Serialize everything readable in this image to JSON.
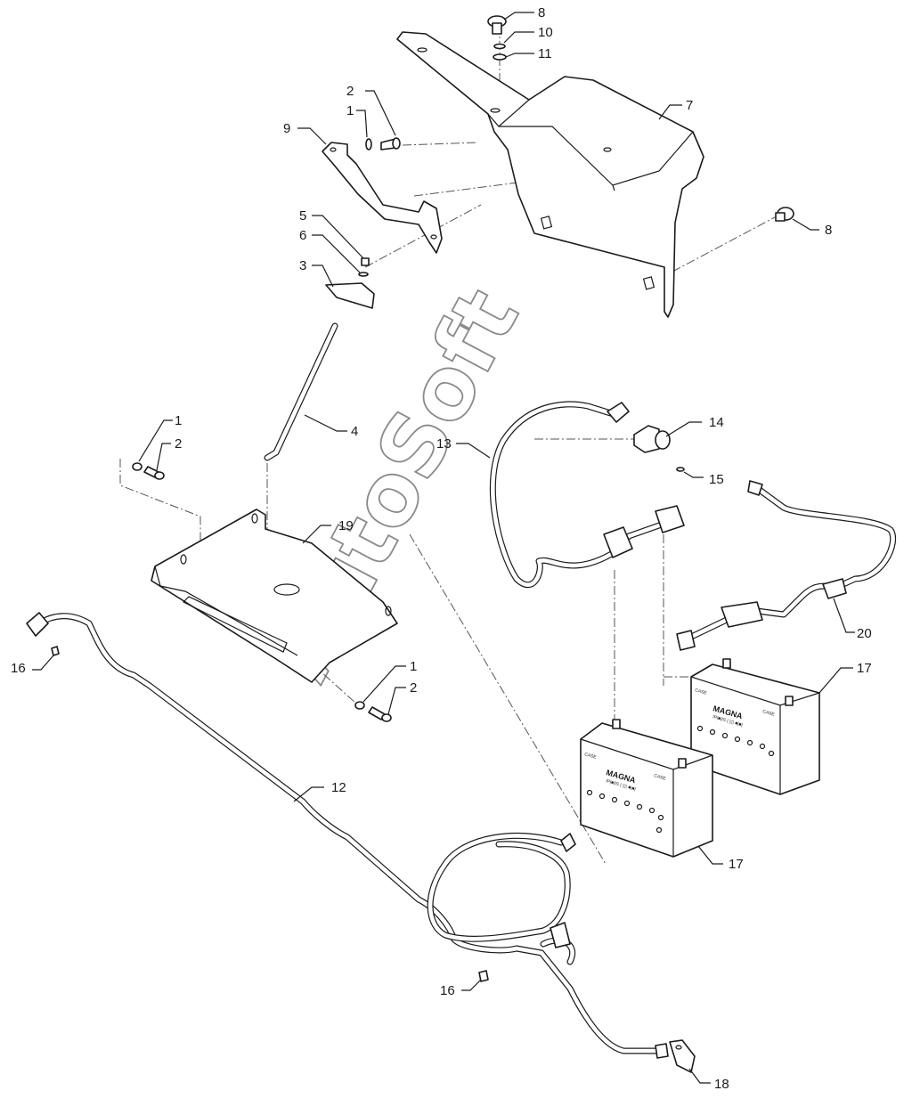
{
  "watermark": "AutoSoft",
  "battery": {
    "brand": "MAGNA",
    "maker": "CASE",
    "spec": "IP|■|IS | ▯▯ ■|■|"
  },
  "callouts": [
    {
      "id": "c8a",
      "label": "8"
    },
    {
      "id": "c10",
      "label": "10"
    },
    {
      "id": "c11",
      "label": "11"
    },
    {
      "id": "c7",
      "label": "7"
    },
    {
      "id": "c2a",
      "label": "2"
    },
    {
      "id": "c1a",
      "label": "1"
    },
    {
      "id": "c9",
      "label": "9"
    },
    {
      "id": "c8b",
      "label": "8"
    },
    {
      "id": "c5",
      "label": "5"
    },
    {
      "id": "c6",
      "label": "6"
    },
    {
      "id": "c3",
      "label": "3"
    },
    {
      "id": "c4",
      "label": "4"
    },
    {
      "id": "c1b",
      "label": "1"
    },
    {
      "id": "c2b",
      "label": "2"
    },
    {
      "id": "c13",
      "label": "13"
    },
    {
      "id": "c14",
      "label": "14"
    },
    {
      "id": "c15",
      "label": "15"
    },
    {
      "id": "c19",
      "label": "19"
    },
    {
      "id": "c20",
      "label": "20"
    },
    {
      "id": "c16a",
      "label": "16"
    },
    {
      "id": "c1c",
      "label": "1"
    },
    {
      "id": "c2c",
      "label": "2"
    },
    {
      "id": "c17a",
      "label": "17"
    },
    {
      "id": "c12",
      "label": "12"
    },
    {
      "id": "c17b",
      "label": "17"
    },
    {
      "id": "c16b",
      "label": "16"
    },
    {
      "id": "c18",
      "label": "18"
    }
  ]
}
